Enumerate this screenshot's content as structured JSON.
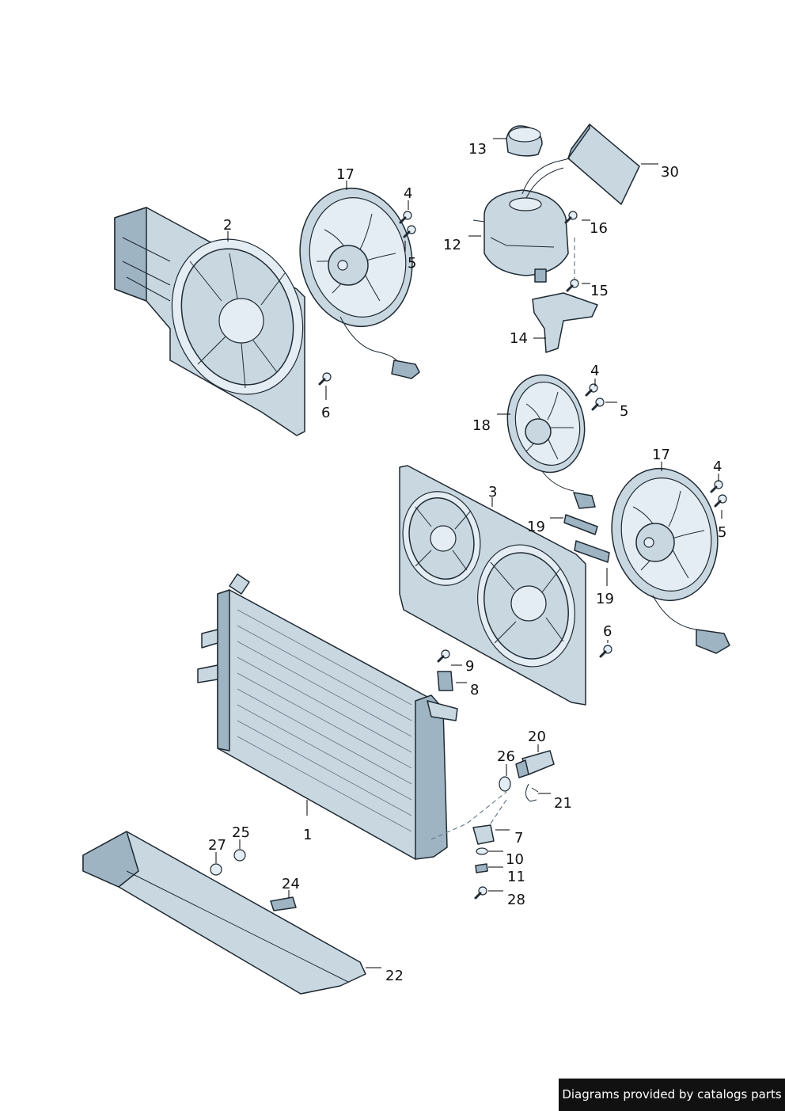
{
  "labels": {
    "l1": "1",
    "l2": "2",
    "l3": "3",
    "l4a": "4",
    "l4b": "4",
    "l4c": "4",
    "l5a": "5",
    "l5b": "5",
    "l5c": "5",
    "l6a": "6",
    "l6b": "6",
    "l7": "7",
    "l8": "8",
    "l9": "9",
    "l10": "10",
    "l11": "11",
    "l12": "12",
    "l13": "13",
    "l14": "14",
    "l15": "15",
    "l16": "16",
    "l17a": "17",
    "l17b": "17",
    "l18": "18",
    "l19a": "19",
    "l19b": "19",
    "l20": "20",
    "l21": "21",
    "l22": "22",
    "l24": "24",
    "l25": "25",
    "l26": "26",
    "l27": "27",
    "l28": "28",
    "l30": "30"
  },
  "footer": {
    "credit": "Diagrams provided by catalogs parts"
  },
  "colors": {
    "part_fill": "#c9d7e1",
    "part_dark": "#9fb4c3",
    "outline": "#1f2a33",
    "badge": "#111111"
  }
}
